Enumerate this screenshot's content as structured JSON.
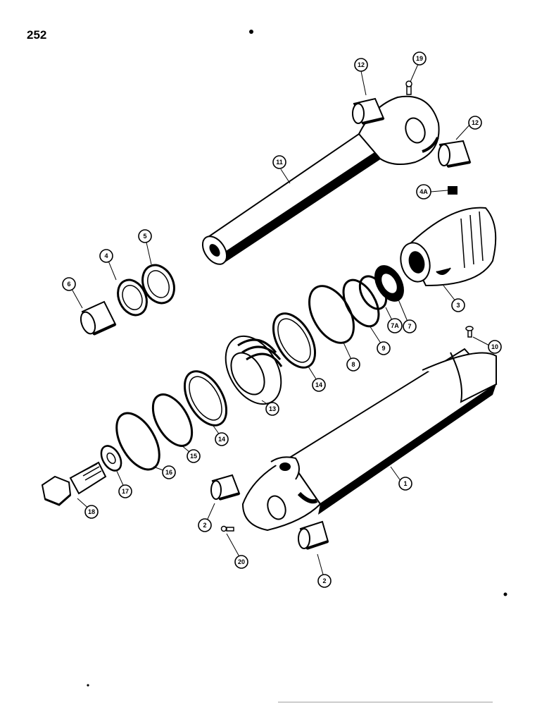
{
  "page": {
    "number": "252"
  },
  "callouts": [
    {
      "id": "c1",
      "label": "1"
    },
    {
      "id": "c2a",
      "label": "2"
    },
    {
      "id": "c2b",
      "label": "2"
    },
    {
      "id": "c3",
      "label": "3"
    },
    {
      "id": "c4",
      "label": "4"
    },
    {
      "id": "c4A",
      "label": "4A"
    },
    {
      "id": "c5",
      "label": "5"
    },
    {
      "id": "c6",
      "label": "6"
    },
    {
      "id": "c7",
      "label": "7"
    },
    {
      "id": "c7A",
      "label": "7A"
    },
    {
      "id": "c8",
      "label": "8"
    },
    {
      "id": "c9",
      "label": "9"
    },
    {
      "id": "c10",
      "label": "10"
    },
    {
      "id": "c11",
      "label": "11"
    },
    {
      "id": "c12a",
      "label": "12"
    },
    {
      "id": "c12b",
      "label": "12"
    },
    {
      "id": "c13",
      "label": "13"
    },
    {
      "id": "c14a",
      "label": "14"
    },
    {
      "id": "c14b",
      "label": "14"
    },
    {
      "id": "c15",
      "label": "15"
    },
    {
      "id": "c16",
      "label": "16"
    },
    {
      "id": "c17",
      "label": "17"
    },
    {
      "id": "c18",
      "label": "18"
    },
    {
      "id": "c19",
      "label": "19"
    },
    {
      "id": "c20",
      "label": "20"
    }
  ]
}
